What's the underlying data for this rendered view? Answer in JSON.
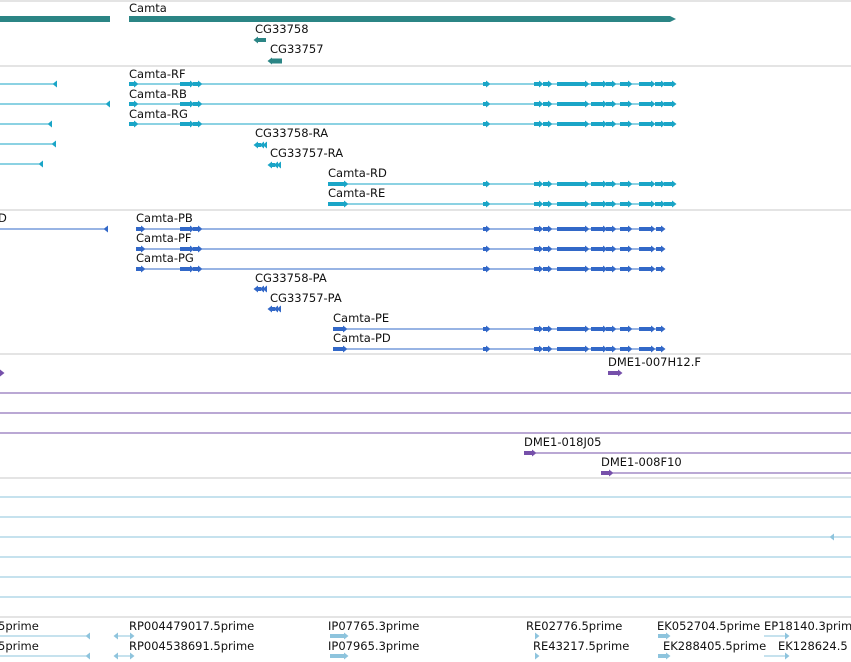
{
  "colors": {
    "gene": "#2b8585",
    "transcript": "#1aa5c7",
    "protein": "#3268c8",
    "clone": "#7650aa",
    "est": "#8ec4dd",
    "divider": "#c8c8c8"
  },
  "tracks": {
    "gene": {
      "labels": [
        "Camta",
        "CG33758",
        "CG33757"
      ]
    },
    "transcript": {
      "labels": [
        "Camta-RF",
        "Camta-RB",
        "Camta-RG",
        "CG33758-RA",
        "CG33757-RA",
        "Camta-RD",
        "Camta-RE"
      ]
    },
    "protein": {
      "labels": [
        "D",
        "Camta-PB",
        "Camta-PF",
        "Camta-PG",
        "CG33758-PA",
        "CG33757-PA",
        "Camta-PE",
        "Camta-PD"
      ]
    },
    "clone": {
      "labels": [
        "DME1-007H12.F",
        "DME1-018J05",
        "DME1-008F10"
      ]
    },
    "est": {
      "labels": [
        "5prime",
        "RP004479017.5prime",
        "IP07765.3prime",
        "RE02776.5prime",
        "EK052704.5prime",
        "EP18140.3prime",
        "5prime",
        "RP004538691.5prime",
        "IP07965.3prime",
        "RE43217.5prime",
        "EK288405.5prime",
        "EK128624.5"
      ]
    }
  }
}
